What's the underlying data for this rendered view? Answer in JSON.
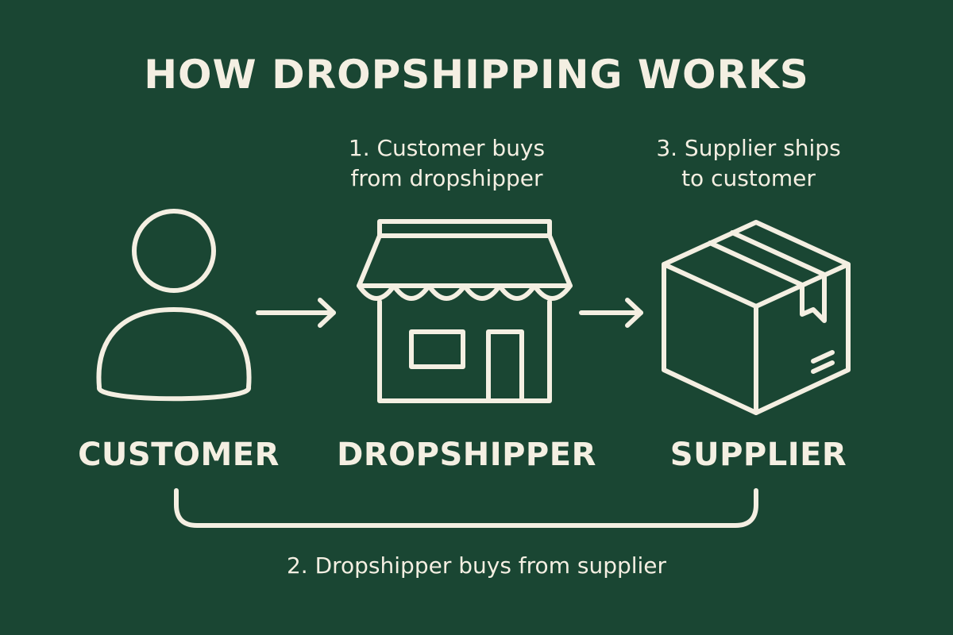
{
  "title": "HOW DROPSHIPPING WORKS",
  "steps": {
    "step1": "1. Customer buys\nfrom dropshipper",
    "step2": "2. Dropshipper buys from supplier",
    "step3": "3. Supplier ships\nto customer"
  },
  "nodes": {
    "customer": {
      "label": "CUSTOMER",
      "icon": "person-icon"
    },
    "dropshipper": {
      "label": "DROPSHIPPER",
      "icon": "storefront-icon"
    },
    "supplier": {
      "label": "SUPPLIER",
      "icon": "package-box-icon"
    }
  },
  "colors": {
    "background": "#1a4633",
    "foreground": "#f4efe2"
  }
}
